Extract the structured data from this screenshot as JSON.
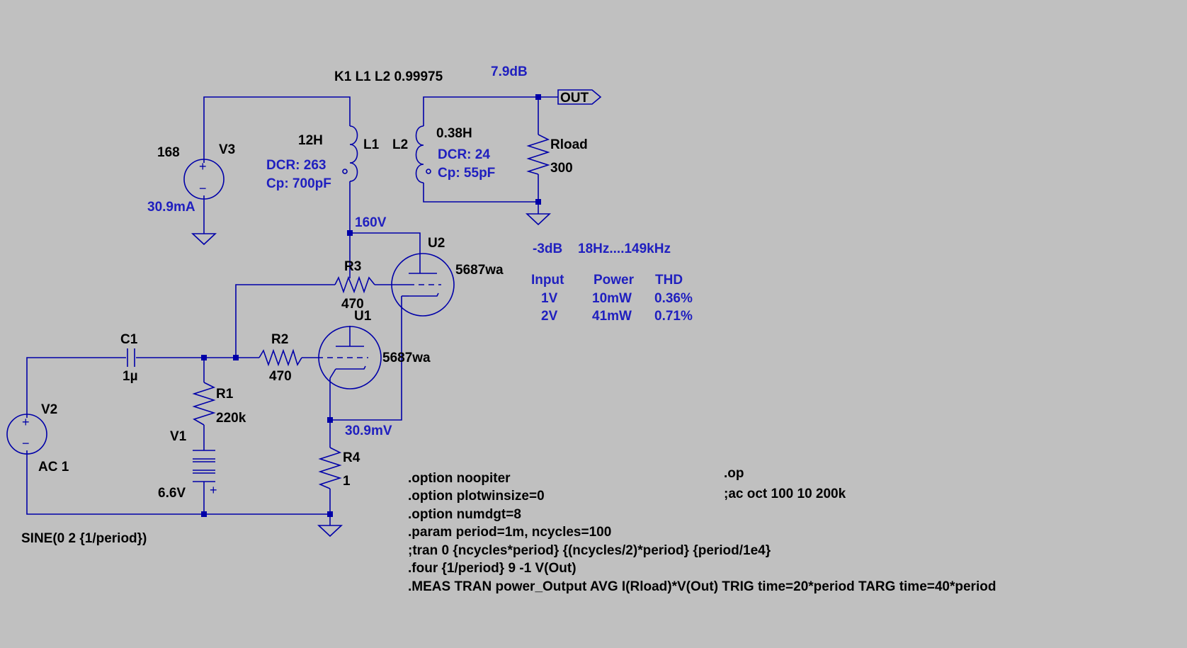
{
  "coupling": "K1 L1 L2 0.99975",
  "gain": "7.9dB",
  "out_port": "OUT",
  "v3": {
    "name": "V3",
    "value": "168",
    "current": "30.9mA"
  },
  "l1": {
    "name": "L1",
    "value": "12H",
    "dcr": "DCR: 263",
    "cp": "Cp: 700pF"
  },
  "l2": {
    "name": "L2",
    "value": "0.38H",
    "dcr": "DCR: 24",
    "cp": "Cp: 55pF"
  },
  "rload": {
    "name": "Rload",
    "value": "300"
  },
  "node_plate": "160V",
  "u2": {
    "name": "U2",
    "model": "5687wa"
  },
  "u1": {
    "name": "U1",
    "model": "5687wa"
  },
  "r3": {
    "name": "R3",
    "value": "470"
  },
  "r2": {
    "name": "R2",
    "value": "470"
  },
  "r1": {
    "name": "R1",
    "value": "220k"
  },
  "r4": {
    "name": "R4",
    "value": "1"
  },
  "c1": {
    "name": "C1",
    "value": "1µ"
  },
  "v2": {
    "name": "V2",
    "value": "AC 1",
    "sine": "SINE(0 2 {1/period})"
  },
  "v1": {
    "name": "V1",
    "value": "6.6V"
  },
  "node_cathode": "30.9mV",
  "bandwidth": {
    "label": "-3dB",
    "range": "18Hz....149kHz"
  },
  "results": {
    "headers": [
      "Input",
      "Power",
      "THD"
    ],
    "rows": [
      [
        "1V",
        "10mW",
        "0.36%"
      ],
      [
        "2V",
        "41mW",
        "0.71%"
      ]
    ]
  },
  "directives_left": [
    ".option noopiter",
    ".option plotwinsize=0",
    ".option numdgt=8",
    ".param period=1m, ncycles=100",
    ";tran 0 {ncycles*period} {(ncycles/2)*period} {period/1e4}",
    ".four {1/period} 9 -1 V(Out)",
    ".MEAS TRAN power_Output AVG I(Rload)*V(Out) TRIG time=20*period TARG time=40*period"
  ],
  "directives_right": [
    ".op",
    ";ac oct 100 10 200k"
  ],
  "symbols": {
    "plus": "+",
    "minus": "−"
  }
}
